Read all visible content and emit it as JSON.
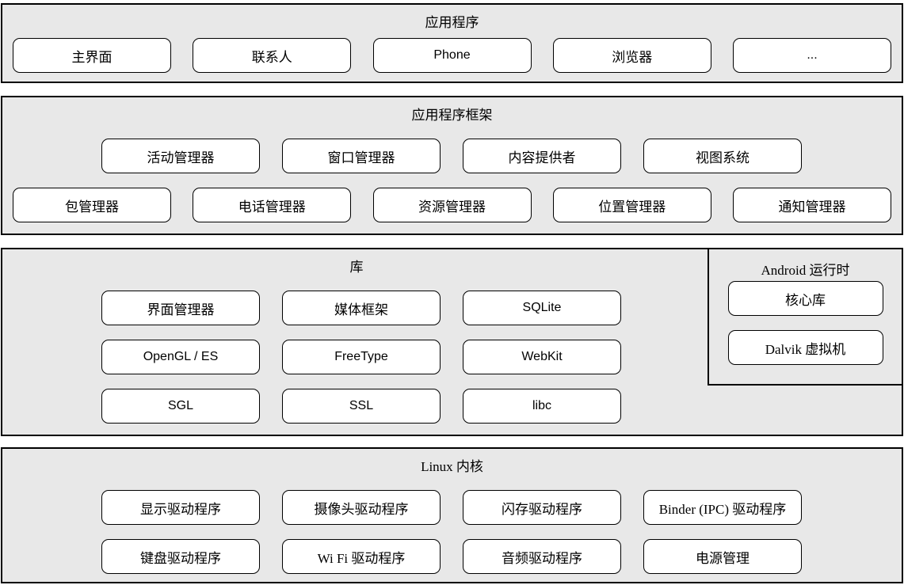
{
  "colors": {
    "band_fill": "#e8e8e8",
    "band_border": "#000000",
    "box_fill": "#ffffff",
    "box_border": "#000000",
    "text": "#000000"
  },
  "layers": {
    "applications": {
      "title": "应用程序",
      "boxes": [
        "主界面",
        "联系人",
        "Phone",
        "浏览器",
        "..."
      ]
    },
    "framework": {
      "title": "应用程序框架",
      "row1": [
        "活动管理器",
        "窗口管理器",
        "内容提供者",
        "视图系统"
      ],
      "row2": [
        "包管理器",
        "电话管理器",
        "资源管理器",
        "位置管理器",
        "通知管理器"
      ]
    },
    "libraries": {
      "title": "库",
      "boxes": [
        "界面管理器",
        "媒体框架",
        "SQLite",
        "OpenGL / ES",
        "FreeType",
        "WebKit",
        "SGL",
        "SSL",
        "libc"
      ]
    },
    "runtime": {
      "title": "Android 运行时",
      "boxes": [
        "核心库",
        "Dalvik 虚拟机"
      ]
    },
    "kernel": {
      "title": "Linux 内核",
      "row1": [
        "显示驱动程序",
        "摄像头驱动程序",
        "闪存驱动程序",
        "Binder (IPC) 驱动程序"
      ],
      "row2": [
        "键盘驱动程序",
        "Wi Fi 驱动程序",
        "音频驱动程序",
        "电源管理"
      ]
    }
  }
}
